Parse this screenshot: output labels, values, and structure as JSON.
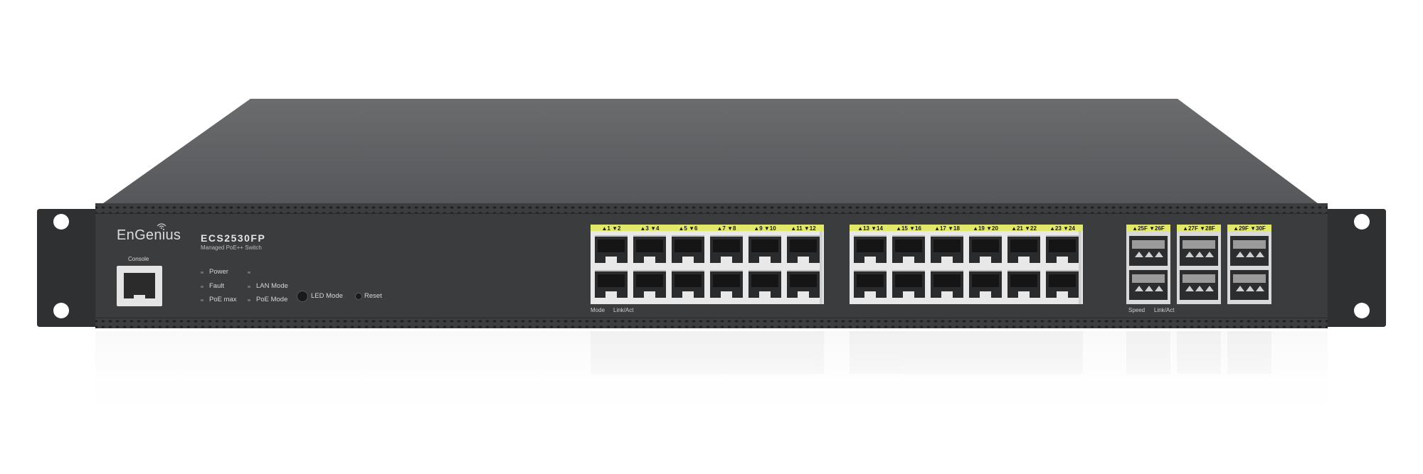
{
  "device": {
    "brand": "EnGenius",
    "model": "ECS2530FP",
    "subtitle": "Managed PoE++ Switch",
    "console_label": "Console"
  },
  "leds": {
    "power": "Power",
    "fault": "Fault",
    "poe_max": "PoE max",
    "lan_mode": "LAN Mode",
    "poe_mode": "PoE Mode"
  },
  "buttons": {
    "led_mode": "LED Mode",
    "reset": "Reset"
  },
  "rj45_group1_labels": [
    "▲1 ▼2",
    "▲3 ▼4",
    "▲5 ▼6",
    "▲7 ▼8",
    "▲9 ▼10",
    "▲11 ▼12"
  ],
  "rj45_group2_labels": [
    "▲13 ▼14",
    "▲15 ▼16",
    "▲17 ▼18",
    "▲19 ▼20",
    "▲21 ▼22",
    "▲23 ▼24"
  ],
  "sfp_labels": [
    "▲25F ▼26F",
    "▲27F ▼28F",
    "▲29F ▼30F"
  ],
  "bottom_labels": {
    "mode": "Mode",
    "link_act": "Link/Act",
    "speed": "Speed",
    "sfp_link_act": "Link/Act"
  },
  "colors": {
    "chassis_top": "#5a5c5e",
    "front_panel": "#3b3c3e",
    "label_strip": "#e2e86a"
  }
}
